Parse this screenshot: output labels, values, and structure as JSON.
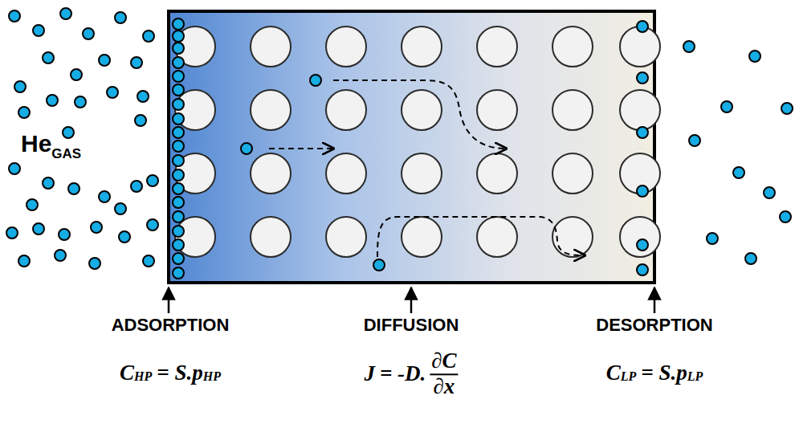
{
  "diagram": {
    "labels": [
      "He",
      "GAS",
      "ADSORPTION",
      "DIFFUSION",
      "DESORPTION",
      "C",
      "HP",
      "= S.p",
      "HP",
      "J",
      "= -D.",
      "∂C",
      "∂x",
      "C",
      "LP",
      "= S.p",
      "LP"
    ]
  }
}
